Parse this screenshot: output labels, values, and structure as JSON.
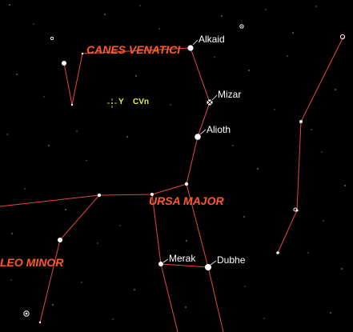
{
  "colors": {
    "background": "#000000",
    "constellation_line": "#e8483a",
    "constellation_label": "#ff5a28",
    "star_label": "#ffffff",
    "target": "#f2ee3a",
    "star": "#ffffff"
  },
  "constellations": {
    "canes_venatici": "CANES VENATICI",
    "ursa_major": "URSA MAJOR",
    "leo_minor": "LEO MINOR"
  },
  "stars": {
    "alkaid": "Alkaid",
    "mizar": "Mizar",
    "alioth": "Alioth",
    "merak": "Merak",
    "dubhe": "Dubhe"
  },
  "target": {
    "name": "Y CVn",
    "greek_letter": "Y",
    "abbreviation": "CVn"
  }
}
